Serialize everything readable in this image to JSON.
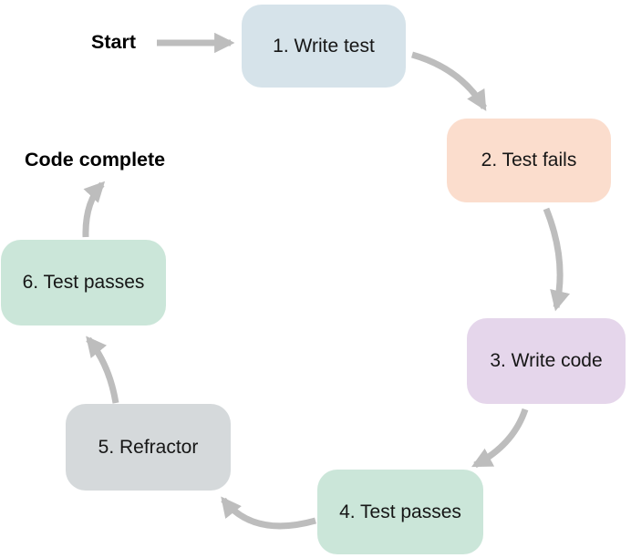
{
  "diagram": {
    "name": "test-driven-development-cycle",
    "background": "#ffffff",
    "arrow_color": "#bdbdbd",
    "node_text_color": "#161616",
    "endpoint_text_color": "#000000",
    "start_label": "Start",
    "complete_label": "Code complete",
    "nodes": [
      {
        "id": "write-test",
        "label": "1. Write test",
        "color": "#d6e3ea"
      },
      {
        "id": "test-fails",
        "label": "2. Test fails",
        "color": "#fbddcd"
      },
      {
        "id": "write-code",
        "label": "3. Write code",
        "color": "#e5d6eb"
      },
      {
        "id": "test-passes-4",
        "label": "4. Test passes",
        "color": "#cbe6d9"
      },
      {
        "id": "refractor",
        "label": "5. Refractor",
        "color": "#d5d9db"
      },
      {
        "id": "test-passes-6",
        "label": "6. Test passes",
        "color": "#cbe6d9"
      }
    ],
    "edges": [
      {
        "from": "start",
        "to": "write-test"
      },
      {
        "from": "write-test",
        "to": "test-fails"
      },
      {
        "from": "test-fails",
        "to": "write-code"
      },
      {
        "from": "write-code",
        "to": "test-passes-4"
      },
      {
        "from": "test-passes-4",
        "to": "refractor"
      },
      {
        "from": "refractor",
        "to": "test-passes-6"
      },
      {
        "from": "test-passes-6",
        "to": "code-complete"
      }
    ]
  }
}
